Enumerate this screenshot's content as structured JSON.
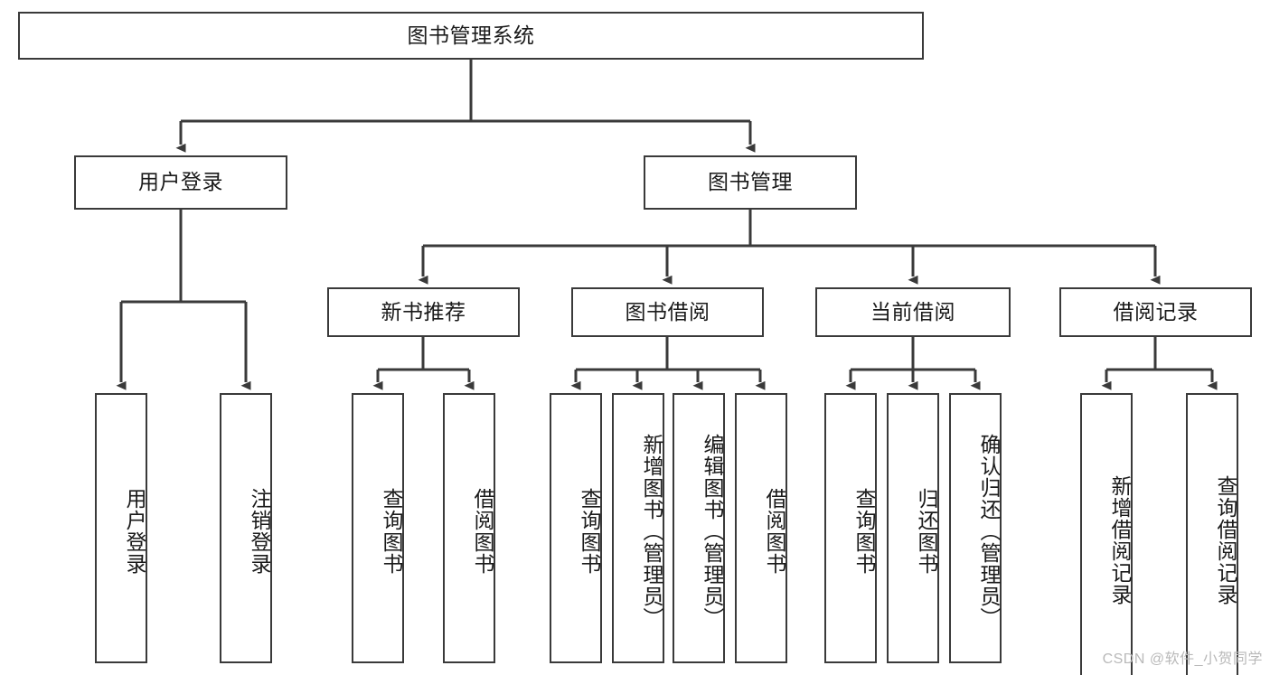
{
  "diagram": {
    "type": "tree",
    "title": "图书管理系统",
    "orientation": "top-down",
    "stroke_color": "#3a3a3a",
    "fill_color": "#ffffff",
    "text_color": "#1a1a1a",
    "background": "#ffffff"
  },
  "nodes": {
    "root": {
      "label": "图书管理系统"
    },
    "level2": [
      {
        "id": "user-login",
        "label": "用户登录"
      },
      {
        "id": "book-management",
        "label": "图书管理"
      }
    ],
    "level3": [
      {
        "id": "new-book-recommend",
        "label": "新书推荐"
      },
      {
        "id": "book-borrow",
        "label": "图书借阅"
      },
      {
        "id": "current-borrow",
        "label": "当前借阅"
      },
      {
        "id": "borrow-record",
        "label": "借阅记录"
      }
    ],
    "leaves": {
      "user-login": [
        {
          "id": "leaf-user-login",
          "label": "用户登录"
        },
        {
          "id": "leaf-logout-login",
          "label": "注销登录"
        }
      ],
      "new-book-recommend": [
        {
          "id": "leaf-query-book-1",
          "label": "查询图书"
        },
        {
          "id": "leaf-borrow-book-1",
          "label": "借阅图书"
        }
      ],
      "book-borrow": [
        {
          "id": "leaf-query-book-2",
          "label": "查询图书"
        },
        {
          "id": "leaf-add-book",
          "label": "新增图书（管理员）"
        },
        {
          "id": "leaf-edit-book",
          "label": "编辑图书（管理员）"
        },
        {
          "id": "leaf-borrow-book-2",
          "label": "借阅图书"
        }
      ],
      "current-borrow": [
        {
          "id": "leaf-query-book-3",
          "label": "查询图书"
        },
        {
          "id": "leaf-return-book",
          "label": "归还图书"
        },
        {
          "id": "leaf-confirm-return",
          "label": "确认归还（管理员）"
        }
      ],
      "borrow-record": [
        {
          "id": "leaf-add-record",
          "label": "新增借阅记录"
        },
        {
          "id": "leaf-query-record",
          "label": "查询借阅记录"
        }
      ]
    }
  },
  "watermark": {
    "text": "CSDN @软件_小贺同学"
  }
}
